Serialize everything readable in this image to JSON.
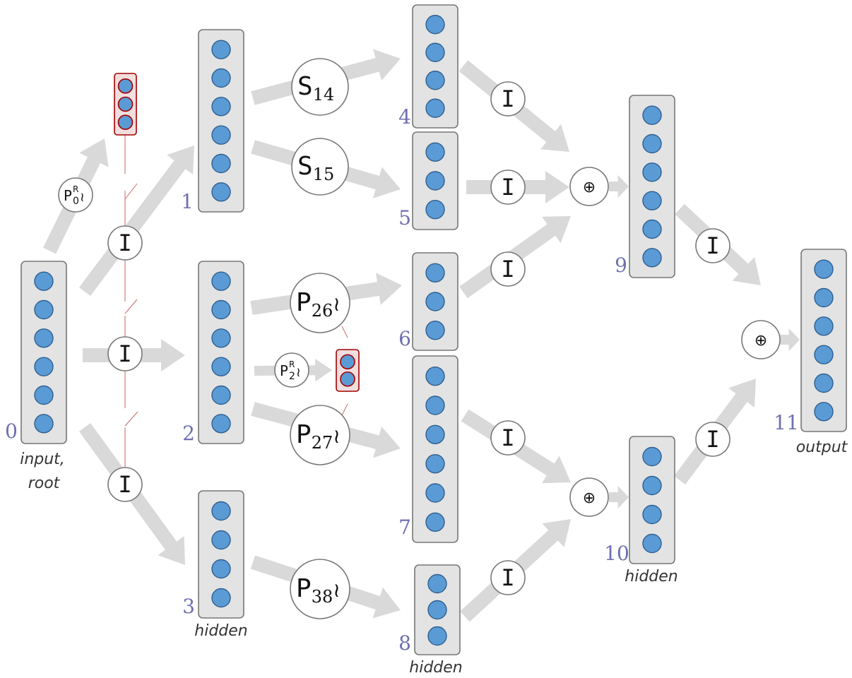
{
  "colors": {
    "arrow": "#d9d9d9",
    "layer_fill": "#e3e3e3",
    "layer_stroke": "#777777",
    "node_fill": "#5b9bd5",
    "node_stroke": "#2e5f8f",
    "probe_stroke": "#a30000",
    "probe_fill": "#f2dede",
    "probe_line": "#cc6666",
    "op_stroke": "#777777",
    "index_text": "#6f6fb0"
  },
  "layers": [
    {
      "index": "0",
      "nodes": 6,
      "tag": [
        "input,",
        "root"
      ]
    },
    {
      "index": "1",
      "nodes": 6,
      "tag": []
    },
    {
      "index": "2",
      "nodes": 6,
      "tag": []
    },
    {
      "index": "3",
      "nodes": 4,
      "tag": [
        "hidden"
      ]
    },
    {
      "index": "4",
      "nodes": 4,
      "tag": []
    },
    {
      "index": "5",
      "nodes": 3,
      "tag": []
    },
    {
      "index": "6",
      "nodes": 3,
      "tag": []
    },
    {
      "index": "7",
      "nodes": 6,
      "tag": []
    },
    {
      "index": "8",
      "nodes": 3,
      "tag": [
        "hidden"
      ]
    },
    {
      "index": "9",
      "nodes": 6,
      "tag": []
    },
    {
      "index": "10",
      "nodes": 4,
      "tag": [
        "hidden"
      ]
    },
    {
      "index": "11",
      "nodes": 6,
      "tag": [
        "output"
      ]
    }
  ],
  "probes": [
    {
      "nodes": 3
    },
    {
      "nodes": 2
    }
  ],
  "operations": [
    {
      "kind": "I",
      "label": "I",
      "from": "0",
      "to": "1"
    },
    {
      "kind": "I",
      "label": "I",
      "from": "0",
      "to": "2"
    },
    {
      "kind": "I",
      "label": "I",
      "from": "0",
      "to": "3"
    },
    {
      "kind": "S",
      "label": "S",
      "sub": "14",
      "from": "1",
      "to": "4"
    },
    {
      "kind": "S",
      "label": "S",
      "sub": "15",
      "from": "1",
      "to": "5"
    },
    {
      "kind": "P",
      "label": "P",
      "sub": "26",
      "suffix": "≀",
      "from": "2",
      "to": "6"
    },
    {
      "kind": "P",
      "label": "P",
      "sub": "27",
      "suffix": "≀",
      "from": "2",
      "to": "7"
    },
    {
      "kind": "P",
      "label": "P",
      "sub": "38",
      "suffix": "≀",
      "from": "3",
      "to": "8"
    },
    {
      "kind": "I",
      "label": "I",
      "from": "4",
      "to": "9"
    },
    {
      "kind": "I",
      "label": "I",
      "from": "5",
      "to": "9"
    },
    {
      "kind": "I",
      "label": "I",
      "from": "6",
      "to": "9"
    },
    {
      "kind": "I",
      "label": "I",
      "from": "7",
      "to": "10"
    },
    {
      "kind": "I",
      "label": "I",
      "from": "8",
      "to": "10"
    },
    {
      "kind": "I",
      "label": "I",
      "from": "9",
      "to": "11"
    },
    {
      "kind": "I",
      "label": "I",
      "from": "10",
      "to": "11"
    },
    {
      "kind": "PR",
      "label": "P",
      "sup": "R",
      "sub": "0",
      "suffix": "≀",
      "from": "0",
      "to": "probe-1"
    },
    {
      "kind": "PR",
      "label": "P",
      "sup": "R",
      "sub": "2",
      "suffix": "≀",
      "from": "2",
      "to": "probe-2"
    }
  ],
  "sums": [
    {
      "symbol": "⊕",
      "to": "9"
    },
    {
      "symbol": "⊕",
      "to": "10"
    },
    {
      "symbol": "⊕",
      "to": "11"
    }
  ]
}
